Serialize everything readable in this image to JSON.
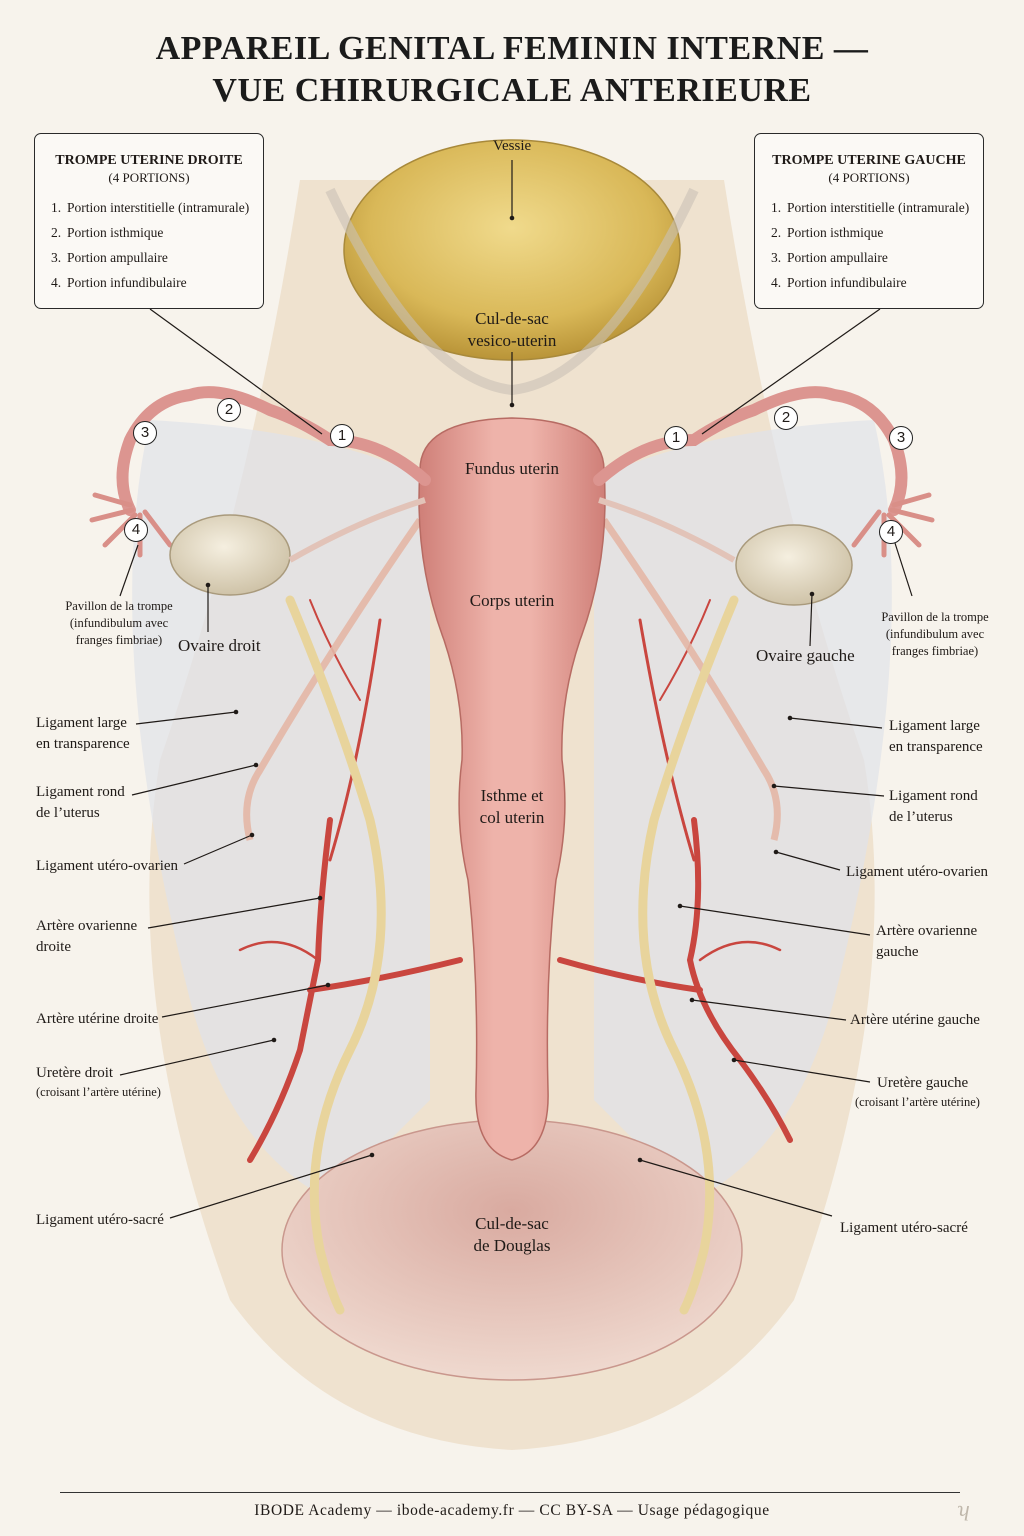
{
  "title": {
    "line1": "APPAREIL GENITAL FEMININ INTERNE —",
    "line2": "VUE CHIRURGICALE ANTERIEURE"
  },
  "boxes": {
    "right_tube": {
      "heading": "TROMPE UTERINE DROITE",
      "sub": "(4 PORTIONS)",
      "items": [
        {
          "n": "1.",
          "text": "Portion interstitielle (intramurale)"
        },
        {
          "n": "2.",
          "text": "Portion isthmique"
        },
        {
          "n": "3.",
          "text": "Portion ampullaire"
        },
        {
          "n": "4.",
          "text": "Portion infundibulaire"
        }
      ]
    },
    "left_tube": {
      "heading": "TROMPE UTERINE GAUCHE",
      "sub": "(4 PORTIONS)",
      "items": [
        {
          "n": "1.",
          "text": "Portion interstitielle (intramurale)"
        },
        {
          "n": "2.",
          "text": "Portion isthmique"
        },
        {
          "n": "3.",
          "text": "Portion ampullaire"
        },
        {
          "n": "4.",
          "text": "Portion infundibulaire"
        }
      ]
    }
  },
  "markers": [
    "1",
    "2",
    "3",
    "4"
  ],
  "center": {
    "vessie": "Vessie",
    "cul_de_sac_1": "Cul-de-sac",
    "cul_de_sac_2": "vesico-uterin",
    "fundus": "Fundus uterin",
    "corps": "Corps uterin",
    "isthme_1": "Isthme et",
    "isthme_2": "col uterin",
    "douglas_1": "Cul-de-sac",
    "douglas_2": "de Douglas"
  },
  "left_labels": {
    "pavillon_1": "Pavillon de la trompe",
    "pavillon_2": "(infundibulum avec",
    "pavillon_3": "franges fimbriae)",
    "ovaire": "Ovaire droit",
    "lig_large_1": "Ligament large",
    "lig_large_2": "en transparence",
    "lig_rond_1": "Ligament rond",
    "lig_rond_2": "de l’uterus",
    "lig_utero_ovarien": "Ligament utéro-ovarien",
    "artere_ov_1": "Artère ovarienne",
    "artere_ov_2": "droite",
    "artere_ut": "Artère utérine droite",
    "uretere_1": "Uretère droit",
    "uretere_2": "(croisant l’artère utérine)",
    "lig_sacre": "Ligament utéro-sacré"
  },
  "right_labels": {
    "pavillon_1": "Pavillon de la trompe",
    "pavillon_2": "(infundibulum avec",
    "pavillon_3": "franges fimbriae)",
    "ovaire": "Ovaire gauche",
    "lig_large_1": "Ligament large",
    "lig_large_2": "en transparence",
    "lig_rond_1": "Ligament rond",
    "lig_rond_2": "de l’uterus",
    "lig_utero_ovarien": "Ligament utéro-ovarien",
    "artere_ov_1": "Artère ovarienne",
    "artere_ov_2": "gauche",
    "artere_ut": "Artère utérine gauche",
    "uretere_1": "Uretère gauche",
    "uretere_2": "(croisant l’artère utérine)",
    "lig_sacre": "Ligament utéro-sacré"
  },
  "footer": "IBODE  Academy  —  ibode-academy.fr  —  CC BY-SA  —  Usage pédagogique",
  "colors": {
    "background": "#f7f3ec",
    "uterus": "#e5a39a",
    "bladder": "#e2c56e",
    "artery": "#c9463f",
    "ureter": "#ead8a8",
    "ligament": "#d9dde4"
  }
}
